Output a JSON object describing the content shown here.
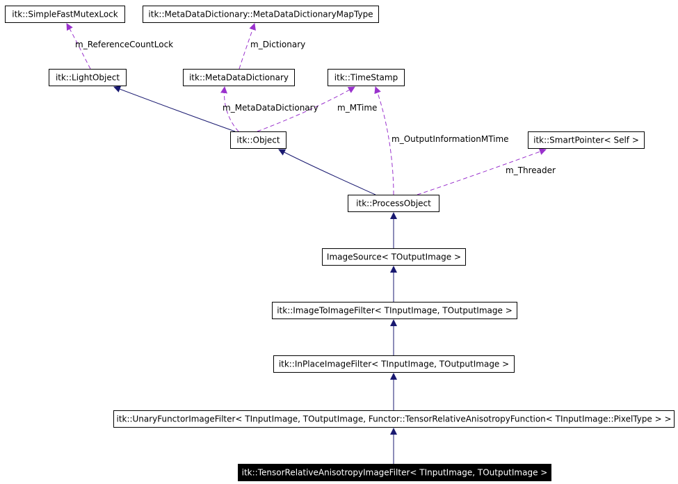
{
  "diagram": {
    "colors": {
      "inheritance": "#191970",
      "usage": "#9a32cd",
      "highlight_fill": "#000000",
      "highlight_text": "#ffffff"
    },
    "nodes": [
      {
        "id": "mutexlock",
        "label": "itk::SimpleFastMutexLock"
      },
      {
        "id": "mapType",
        "label": "itk::MetaDataDictionary::MetaDataDictionaryMapType"
      },
      {
        "id": "lightObject",
        "label": "itk::LightObject"
      },
      {
        "id": "mdd",
        "label": "itk::MetaDataDictionary"
      },
      {
        "id": "timeStamp",
        "label": "itk::TimeStamp"
      },
      {
        "id": "object",
        "label": "itk::Object"
      },
      {
        "id": "smartPtr",
        "label": "itk::SmartPointer< Self >"
      },
      {
        "id": "processObject",
        "label": "itk::ProcessObject"
      },
      {
        "id": "imageSource",
        "label": "ImageSource< TOutputImage >"
      },
      {
        "id": "imgToImg",
        "label": "itk::ImageToImageFilter< TInputImage, TOutputImage >"
      },
      {
        "id": "inPlace",
        "label": "itk::InPlaceImageFilter< TInputImage, TOutputImage >"
      },
      {
        "id": "unaryFunctor",
        "label": "itk::UnaryFunctorImageFilter< TInputImage, TOutputImage, Functor::TensorRelativeAnisotropyFunction< TInputImage::PixelType > >"
      },
      {
        "id": "tensorFilter",
        "label": "itk::TensorRelativeAnisotropyImageFilter< TInputImage, TOutputImage >",
        "highlight": true
      }
    ],
    "edges": [
      {
        "from": "mutexlock",
        "to": "lightObject",
        "type": "usage",
        "label": "m_ReferenceCountLock"
      },
      {
        "from": "mapType",
        "to": "mdd",
        "type": "usage",
        "label": "m_Dictionary"
      },
      {
        "from": "lightObject",
        "to": "object",
        "type": "inheritance",
        "label": ""
      },
      {
        "from": "mdd",
        "to": "object",
        "type": "usage",
        "label": "m_MetaDataDictionary"
      },
      {
        "from": "timeStamp",
        "to": "object",
        "type": "usage",
        "label": "m_MTime"
      },
      {
        "from": "timeStamp",
        "to": "processObject",
        "type": "usage",
        "label": "m_OutputInformationMTime"
      },
      {
        "from": "smartPtr",
        "to": "processObject",
        "type": "usage",
        "label": "m_Threader"
      },
      {
        "from": "object",
        "to": "processObject",
        "type": "inheritance",
        "label": ""
      },
      {
        "from": "processObject",
        "to": "imageSource",
        "type": "inheritance",
        "label": ""
      },
      {
        "from": "imageSource",
        "to": "imgToImg",
        "type": "inheritance",
        "label": ""
      },
      {
        "from": "imgToImg",
        "to": "inPlace",
        "type": "inheritance",
        "label": ""
      },
      {
        "from": "inPlace",
        "to": "unaryFunctor",
        "type": "inheritance",
        "label": ""
      },
      {
        "from": "unaryFunctor",
        "to": "tensorFilter",
        "type": "inheritance",
        "label": ""
      }
    ]
  }
}
